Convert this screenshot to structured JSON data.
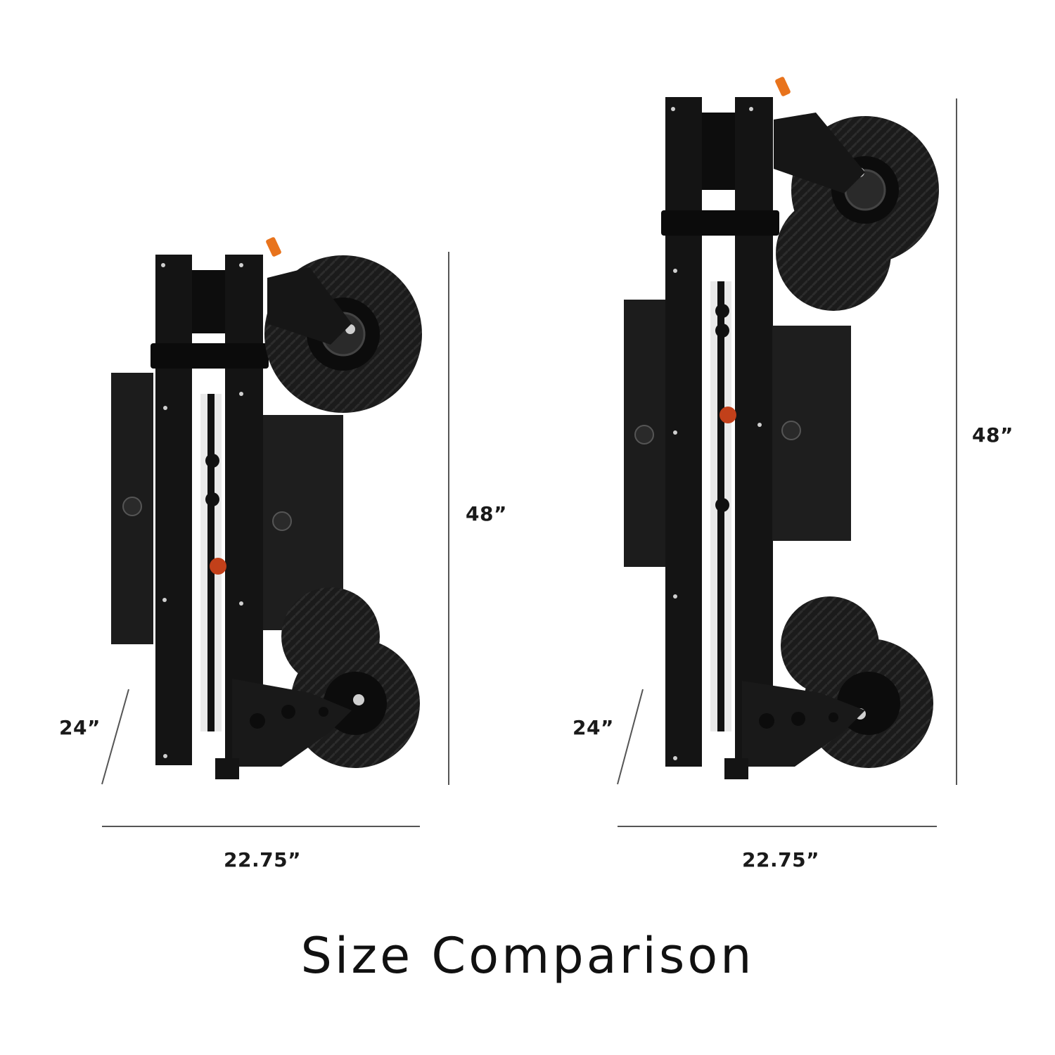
{
  "title": "Size Comparison",
  "left_cart": {
    "height_label": "48”",
    "depth_label": "24”",
    "width_label": "22.75”"
  },
  "right_cart": {
    "height_label": "48”",
    "depth_label": "24”",
    "width_label": "22.75”"
  },
  "colors": {
    "cart_frame": "#141414",
    "cart_panel": "#1e1e1e",
    "tire": "#1b1b1b",
    "accent_orange": "#e8731c",
    "dimension_line": "#555555"
  }
}
